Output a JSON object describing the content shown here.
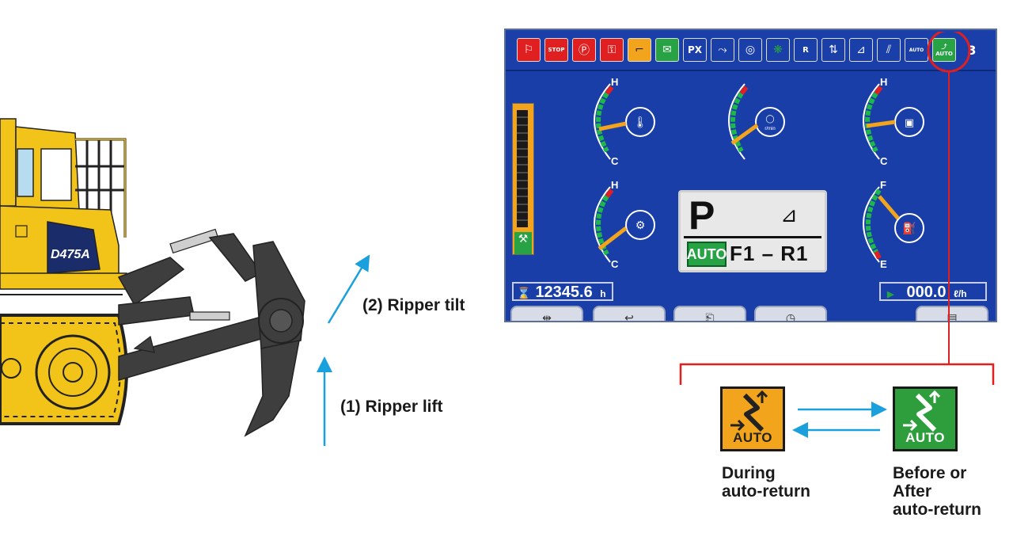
{
  "labels": {
    "ripper_tilt": "(2) Ripper tilt",
    "ripper_lift": "(1) Ripper lift",
    "during_line1": "During",
    "during_line2": "auto-return",
    "before_line1": "Before or",
    "before_line2": "After",
    "before_line3": "auto-return"
  },
  "machine": {
    "model_badge": "D475A"
  },
  "monitor": {
    "page_number": "3",
    "hour_meter": "12345.6",
    "hour_unit": "h",
    "fuel_rate": "000.0",
    "fuel_unit": "ℓ/h",
    "gear_mode": "P",
    "auto_label": "AUTO",
    "gear_text": "F1 – R1",
    "stop_text": "STOP",
    "px_text": "PX",
    "r_text": "R",
    "rpm_unit": "r/min",
    "gauge_letters": {
      "hot": "H",
      "cold": "C",
      "full": "F",
      "empty": "E"
    }
  },
  "icons": {
    "auto_icon_text": "AUTO"
  },
  "colors": {
    "monitor_blue": "#1a3ea8",
    "highlight_red": "#e02020",
    "arrow_blue": "#1aa0dc",
    "machine_yellow": "#f2c318",
    "ripper_gray": "#3e3e3e",
    "auto_orange": "#f2a51c",
    "auto_green": "#2e9e3c"
  }
}
